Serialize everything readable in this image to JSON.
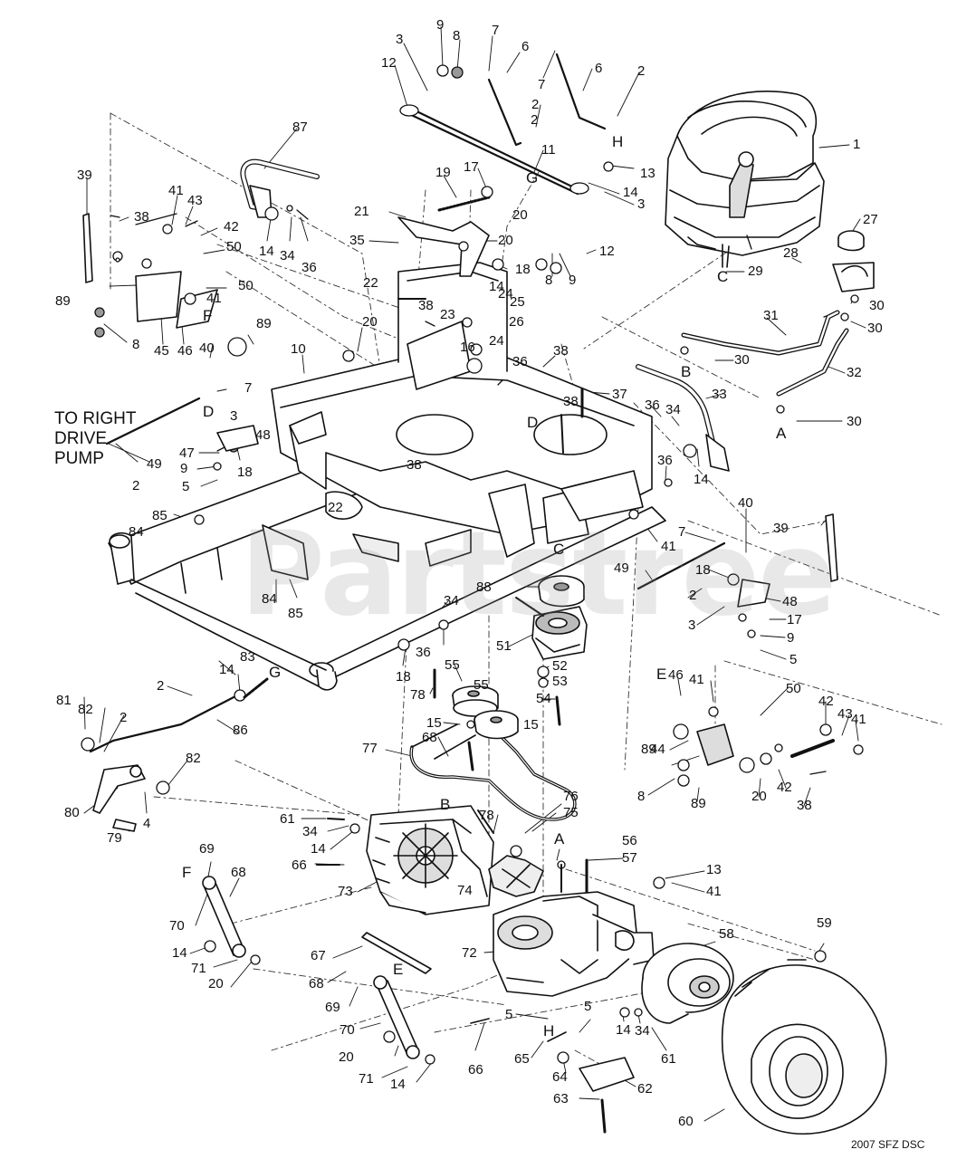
{
  "watermark": "Partstree",
  "caption": "2007 SFZ DSC",
  "callout": [
    "TO RIGHT",
    "DRIVE",
    "PUMP"
  ],
  "colors": {
    "ink": "#111111",
    "fill": "#ffffff",
    "shade": "#6b6b6b",
    "watermark": "#969696"
  },
  "icons": [
    "engine-icon",
    "frame-icon",
    "tire-icon",
    "wheel-rim-icon",
    "pulley-icon",
    "clutch-icon",
    "transmission-pump-icon",
    "drive-belt-icon",
    "control-lever-icon",
    "fuel-line-icon"
  ],
  "labels": [
    {
      "t": "1"
    },
    {
      "t": "2"
    },
    {
      "t": "3"
    },
    {
      "t": "6"
    },
    {
      "t": "7"
    },
    {
      "t": "9"
    },
    {
      "t": "8"
    },
    {
      "t": "12"
    },
    {
      "t": "2"
    },
    {
      "t": "7"
    },
    {
      "t": "6"
    },
    {
      "t": "2"
    },
    {
      "t": "11"
    },
    {
      "t": "87"
    },
    {
      "t": "39"
    },
    {
      "t": "17"
    },
    {
      "t": "19"
    },
    {
      "t": "13"
    },
    {
      "t": "14"
    },
    {
      "t": "3"
    },
    {
      "t": "41"
    },
    {
      "t": "43"
    },
    {
      "t": "38"
    },
    {
      "t": "42"
    },
    {
      "t": "21"
    },
    {
      "t": "35"
    },
    {
      "t": "20"
    },
    {
      "t": "27"
    },
    {
      "t": "28"
    },
    {
      "t": "29"
    },
    {
      "t": "14"
    },
    {
      "t": "34"
    },
    {
      "t": "36"
    },
    {
      "t": "50"
    },
    {
      "t": "20"
    },
    {
      "t": "18"
    },
    {
      "t": "8"
    },
    {
      "t": "9"
    },
    {
      "t": "12"
    },
    {
      "t": "22"
    },
    {
      "t": "24"
    },
    {
      "t": "25"
    },
    {
      "t": "14"
    },
    {
      "t": "30"
    },
    {
      "t": "89"
    },
    {
      "t": "50"
    },
    {
      "t": "41"
    },
    {
      "t": "38"
    },
    {
      "t": "23"
    },
    {
      "t": "26"
    },
    {
      "t": "30"
    },
    {
      "t": "31"
    },
    {
      "t": "8"
    },
    {
      "t": "45"
    },
    {
      "t": "46"
    },
    {
      "t": "89"
    },
    {
      "t": "24"
    },
    {
      "t": "20"
    },
    {
      "t": "38"
    },
    {
      "t": "32"
    },
    {
      "t": "40"
    },
    {
      "t": "10"
    },
    {
      "t": "16"
    },
    {
      "t": "36"
    },
    {
      "t": "30"
    },
    {
      "t": "7"
    },
    {
      "t": "37"
    },
    {
      "t": "33"
    },
    {
      "t": "3"
    },
    {
      "t": "38"
    },
    {
      "t": "36"
    },
    {
      "t": "34"
    },
    {
      "t": "30"
    },
    {
      "t": "48"
    },
    {
      "t": "49"
    },
    {
      "t": "47"
    },
    {
      "t": "9"
    },
    {
      "t": "18"
    },
    {
      "t": "38"
    },
    {
      "t": "5"
    },
    {
      "t": "2"
    },
    {
      "t": "36"
    },
    {
      "t": "14"
    },
    {
      "t": "22"
    },
    {
      "t": "85"
    },
    {
      "t": "84"
    },
    {
      "t": "41"
    },
    {
      "t": "40"
    },
    {
      "t": "7"
    },
    {
      "t": "39"
    },
    {
      "t": "18"
    },
    {
      "t": "49"
    },
    {
      "t": "88"
    },
    {
      "t": "2"
    },
    {
      "t": "48"
    },
    {
      "t": "3"
    },
    {
      "t": "17"
    },
    {
      "t": "84"
    },
    {
      "t": "85"
    },
    {
      "t": "34"
    },
    {
      "t": "36"
    },
    {
      "t": "9"
    },
    {
      "t": "5"
    },
    {
      "t": "51"
    },
    {
      "t": "18"
    },
    {
      "t": "52"
    },
    {
      "t": "55"
    },
    {
      "t": "53"
    },
    {
      "t": "54"
    },
    {
      "t": "55"
    },
    {
      "t": "83"
    },
    {
      "t": "14"
    },
    {
      "t": "2"
    },
    {
      "t": "78"
    },
    {
      "t": "15"
    },
    {
      "t": "15"
    },
    {
      "t": "46"
    },
    {
      "t": "41"
    },
    {
      "t": "50"
    },
    {
      "t": "81"
    },
    {
      "t": "82"
    },
    {
      "t": "2"
    },
    {
      "t": "86"
    },
    {
      "t": "68"
    },
    {
      "t": "77"
    },
    {
      "t": "89"
    },
    {
      "t": "44"
    },
    {
      "t": "42"
    },
    {
      "t": "43"
    },
    {
      "t": "41"
    },
    {
      "t": "82"
    },
    {
      "t": "8"
    },
    {
      "t": "89"
    },
    {
      "t": "20"
    },
    {
      "t": "42"
    },
    {
      "t": "38"
    },
    {
      "t": "80"
    },
    {
      "t": "4"
    },
    {
      "t": "79"
    },
    {
      "t": "61"
    },
    {
      "t": "78"
    },
    {
      "t": "76"
    },
    {
      "t": "75"
    },
    {
      "t": "34"
    },
    {
      "t": "14"
    },
    {
      "t": "56"
    },
    {
      "t": "57"
    },
    {
      "t": "69"
    },
    {
      "t": "68"
    },
    {
      "t": "66"
    },
    {
      "t": "13"
    },
    {
      "t": "41"
    },
    {
      "t": "70"
    },
    {
      "t": "73"
    },
    {
      "t": "74"
    },
    {
      "t": "59"
    },
    {
      "t": "58"
    },
    {
      "t": "14"
    },
    {
      "t": "71"
    },
    {
      "t": "20"
    },
    {
      "t": "67"
    },
    {
      "t": "72"
    },
    {
      "t": "68"
    },
    {
      "t": "69"
    },
    {
      "t": "5"
    },
    {
      "t": "5"
    },
    {
      "t": "70"
    },
    {
      "t": "14"
    },
    {
      "t": "34"
    },
    {
      "t": "61"
    },
    {
      "t": "20"
    },
    {
      "t": "71"
    },
    {
      "t": "14"
    },
    {
      "t": "66"
    },
    {
      "t": "65"
    },
    {
      "t": "64"
    },
    {
      "t": "62"
    },
    {
      "t": "63"
    },
    {
      "t": "60"
    }
  ],
  "letters": [
    {
      "t": "H"
    },
    {
      "t": "G"
    },
    {
      "t": "C"
    },
    {
      "t": "F"
    },
    {
      "t": "B"
    },
    {
      "t": "D"
    },
    {
      "t": "A"
    },
    {
      "t": "D"
    },
    {
      "t": "C"
    },
    {
      "t": "G"
    },
    {
      "t": "E"
    },
    {
      "t": "B"
    },
    {
      "t": "A"
    },
    {
      "t": "F"
    },
    {
      "t": "E"
    },
    {
      "t": "H"
    }
  ]
}
